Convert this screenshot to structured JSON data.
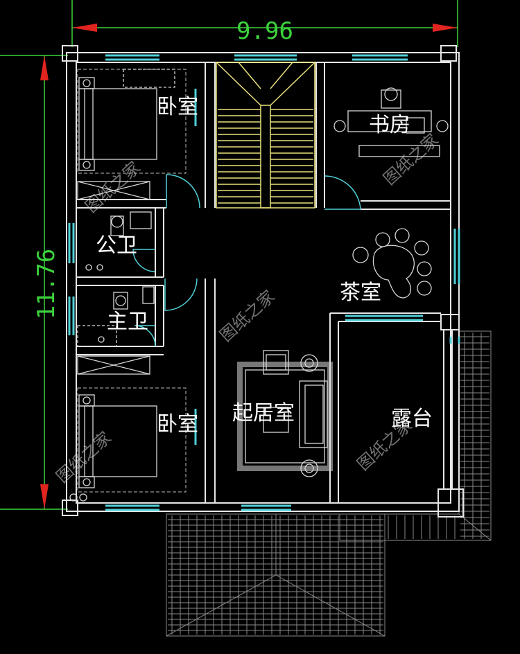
{
  "dimensions": {
    "width_label": "9.96",
    "height_label": "11.76"
  },
  "rooms": {
    "bedroom_top": "卧室",
    "study": "书房",
    "public_bath": "公卫",
    "master_bath": "主卫",
    "tea_room": "茶室",
    "living_room": "起居室",
    "bedroom_bottom": "卧室",
    "terrace": "露台"
  },
  "watermark": "图纸之家",
  "colors": {
    "background": "#000000",
    "dimension": "#3cd23c",
    "dimension_arrow": "#e0241f",
    "wall": "#e6e6e6",
    "window": "#4fd0d8",
    "stair": "#e9e27a"
  }
}
